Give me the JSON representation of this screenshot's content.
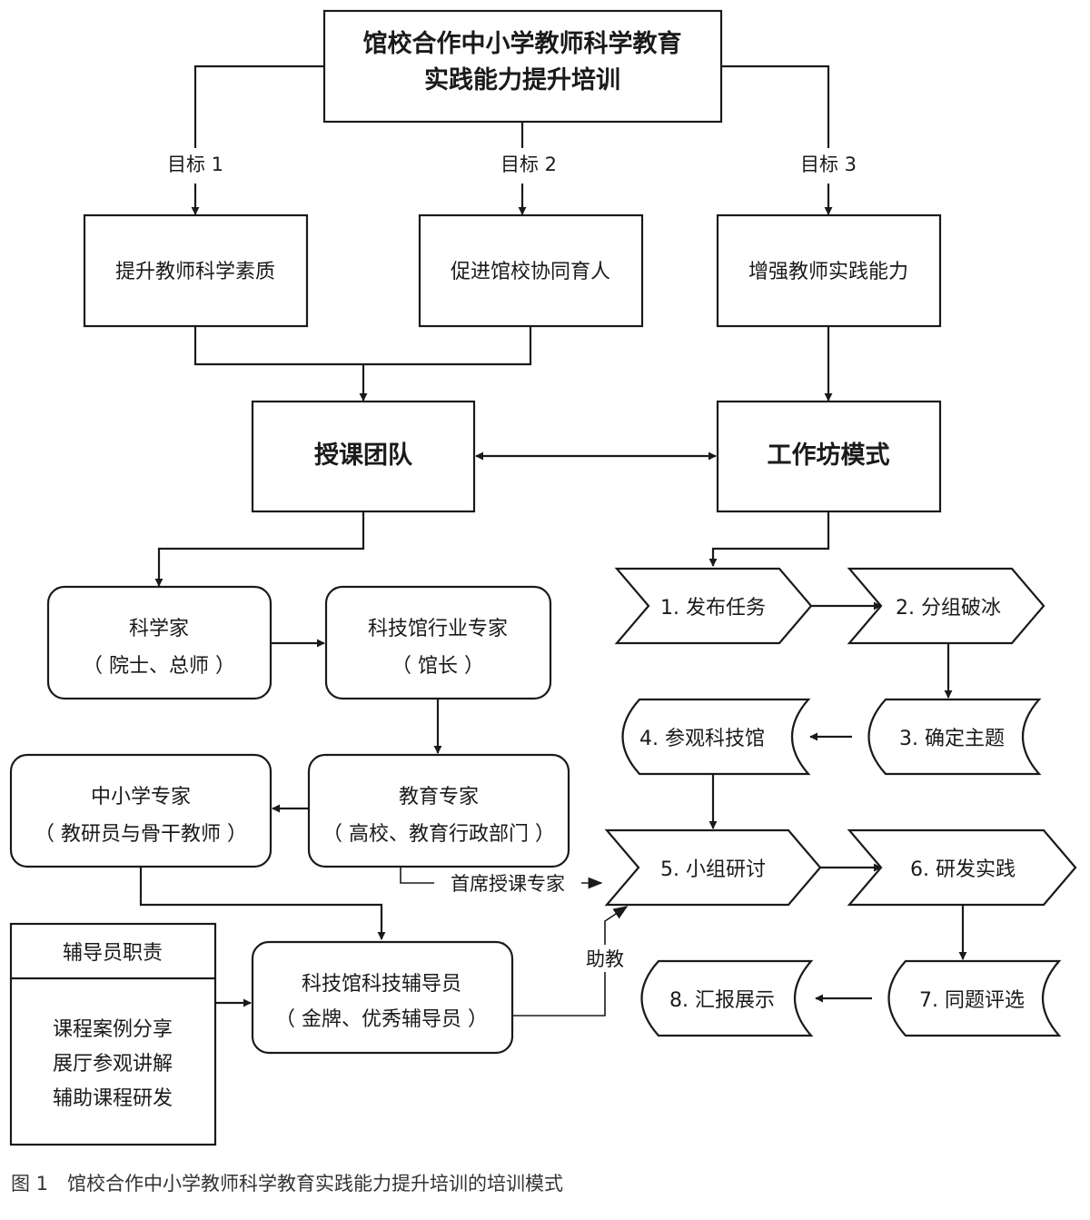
{
  "root": {
    "line1": "馆校合作中小学教师科学教育",
    "line2": "实践能力提升培训"
  },
  "goals": [
    {
      "label": "目标 1",
      "text": "提升教师科学素质"
    },
    {
      "label": "目标 2",
      "text": "促进馆校协同育人"
    },
    {
      "label": "目标 3",
      "text": "增强教师实践能力"
    }
  ],
  "team": "授课团队",
  "workshop": "工作坊模式",
  "experts": {
    "scientist": {
      "line1": "科学家",
      "line2": "（ 院士、总师 ）"
    },
    "museum_expert": {
      "line1": "科技馆行业专家",
      "line2": "（ 馆长 ）"
    },
    "education_expert": {
      "line1": "教育专家",
      "line2": "（ 高校、教育行政部门 ）"
    },
    "school_expert": {
      "line1": "中小学专家",
      "line2": "（ 教研员与骨干教师 ）"
    },
    "counselor": {
      "line1": "科技馆科技辅导员",
      "line2": "（ 金牌、优秀辅导员 ）"
    }
  },
  "lead_label": "首席授课专家",
  "assist_label": "助教",
  "duties": {
    "title": "辅导员职责",
    "items": [
      "课程案例分享",
      "展厅参观讲解",
      "辅助课程研发"
    ]
  },
  "steps": [
    "1. 发布任务",
    "2. 分组破冰",
    "3. 确定主题",
    "4. 参观科技馆",
    "5. 小组研讨",
    "6. 研发实践",
    "7. 同题评选",
    "8. 汇报展示"
  ],
  "caption": "图 1　馆校合作中小学教师科学教育实践能力提升培训的培训模式"
}
